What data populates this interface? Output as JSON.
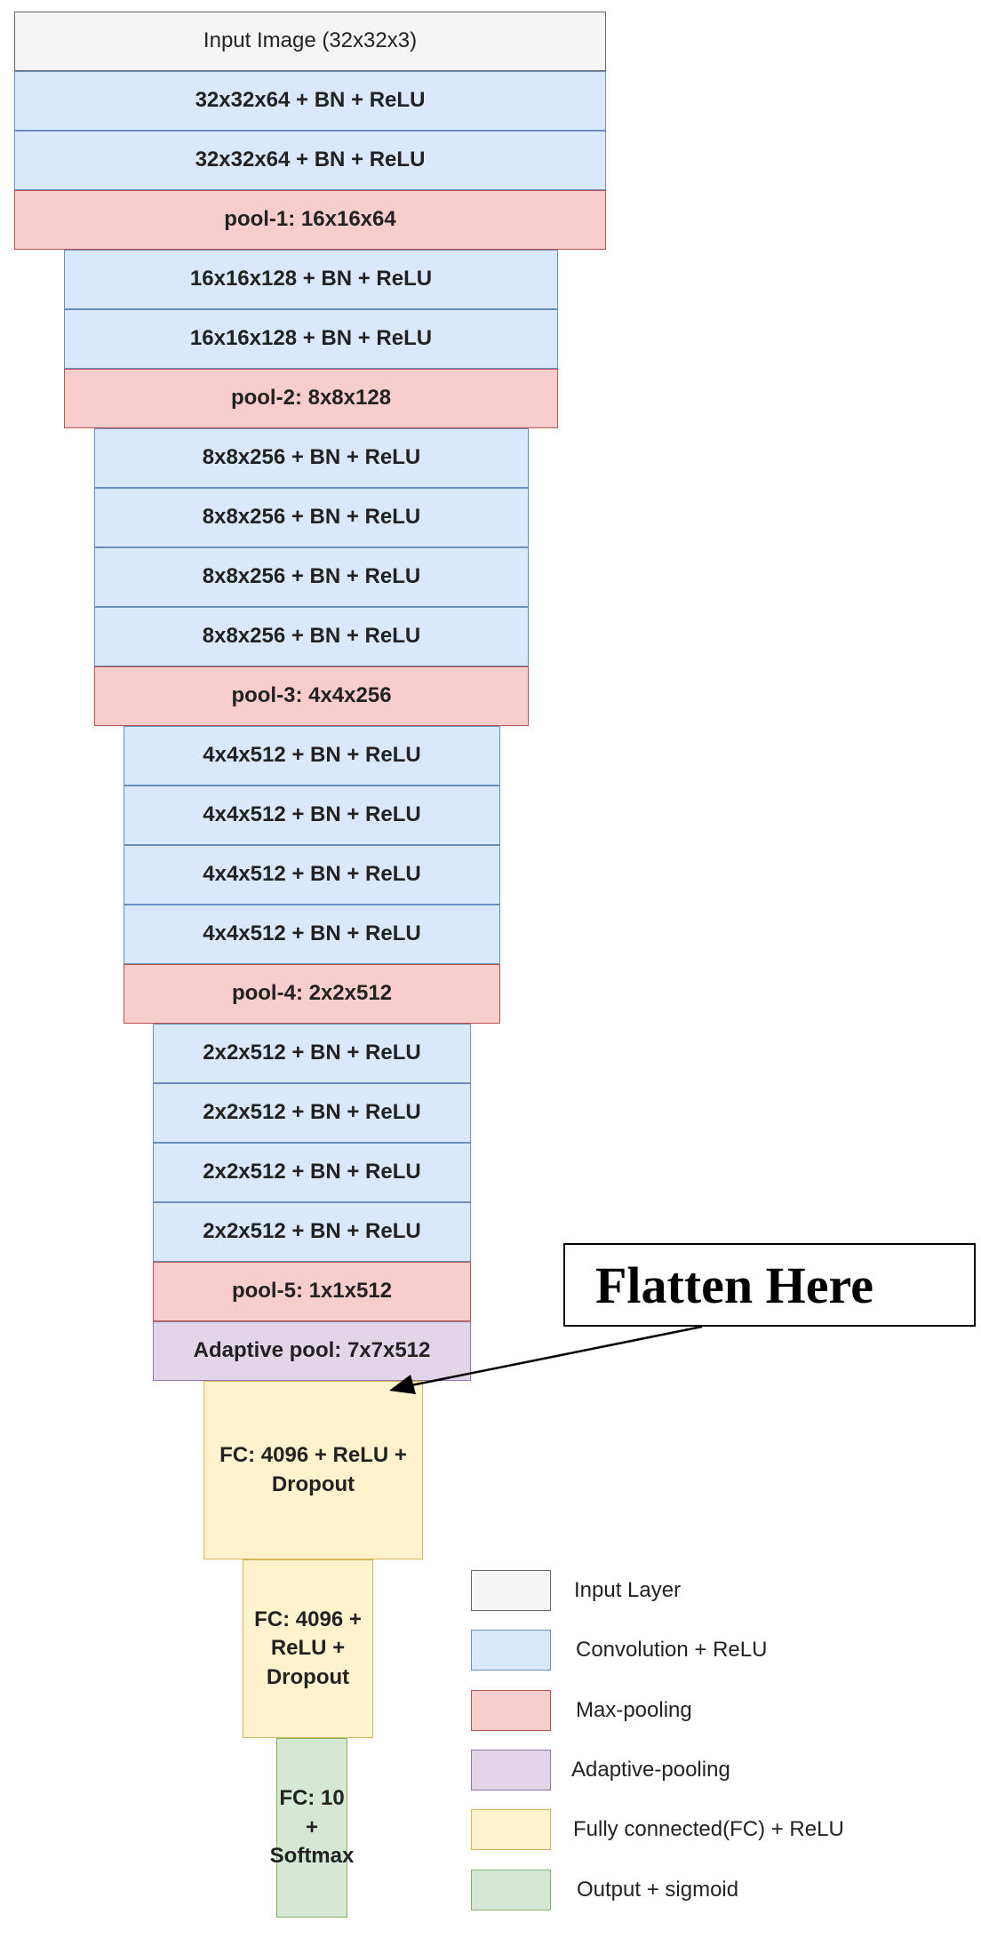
{
  "layers": [
    {
      "label": "Input Image (32x32x3)",
      "type": "input"
    },
    {
      "label": "32x32x64 + BN + ReLU",
      "type": "conv"
    },
    {
      "label": "32x32x64 + BN + ReLU",
      "type": "conv"
    },
    {
      "label": "pool-1: 16x16x64",
      "type": "pool"
    },
    {
      "label": "16x16x128 + BN + ReLU",
      "type": "conv"
    },
    {
      "label": "16x16x128 + BN + ReLU",
      "type": "conv"
    },
    {
      "label": "pool-2: 8x8x128",
      "type": "pool"
    },
    {
      "label": "8x8x256 + BN + ReLU",
      "type": "conv"
    },
    {
      "label": "8x8x256 + BN + ReLU",
      "type": "conv"
    },
    {
      "label": "8x8x256 + BN + ReLU",
      "type": "conv"
    },
    {
      "label": "8x8x256 + BN + ReLU",
      "type": "conv"
    },
    {
      "label": "pool-3: 4x4x256",
      "type": "pool"
    },
    {
      "label": "4x4x512 + BN + ReLU",
      "type": "conv"
    },
    {
      "label": "4x4x512 + BN + ReLU",
      "type": "conv"
    },
    {
      "label": "4x4x512 + BN + ReLU",
      "type": "conv"
    },
    {
      "label": "4x4x512 + BN + ReLU",
      "type": "conv"
    },
    {
      "label": "pool-4: 2x2x512",
      "type": "pool"
    },
    {
      "label": "2x2x512 + BN + ReLU",
      "type": "conv"
    },
    {
      "label": "2x2x512 + BN + ReLU",
      "type": "conv"
    },
    {
      "label": "2x2x512 + BN + ReLU",
      "type": "conv"
    },
    {
      "label": "2x2x512 + BN + ReLU",
      "type": "conv"
    },
    {
      "label": "pool-5: 1x1x512",
      "type": "pool"
    },
    {
      "label": "Adaptive pool: 7x7x512",
      "type": "adapt"
    },
    {
      "label": "FC: 4096 + ReLU +\nDropout",
      "type": "fc"
    },
    {
      "label": "FC: 4096 +\nReLU +\nDropout",
      "type": "fc"
    },
    {
      "label": "FC: 10\n+\nSoftmax",
      "type": "out"
    }
  ],
  "callout": {
    "label": "Flatten Here"
  },
  "legend": [
    {
      "label": "Input Layer",
      "type": "input"
    },
    {
      "label": "Convolution + ReLU",
      "type": "conv"
    },
    {
      "label": "Max-pooling",
      "type": "pool"
    },
    {
      "label": "Adaptive-pooling",
      "type": "adapt"
    },
    {
      "label": "Fully connected(FC) + ReLU",
      "type": "fc"
    },
    {
      "label": "Output + sigmoid",
      "type": "out"
    }
  ],
  "colors": {
    "input": {
      "fill": "#f5f5f5",
      "stroke": "#666666"
    },
    "conv": {
      "fill": "#dae8fc",
      "stroke": "#6c8ebf"
    },
    "pool": {
      "fill": "#f8cecc",
      "stroke": "#b85450"
    },
    "adapt": {
      "fill": "#e1d5e7",
      "stroke": "#9673a6"
    },
    "fc": {
      "fill": "#fff2cc",
      "stroke": "#d6b656"
    },
    "out": {
      "fill": "#d5e8d4",
      "stroke": "#82b366"
    }
  }
}
